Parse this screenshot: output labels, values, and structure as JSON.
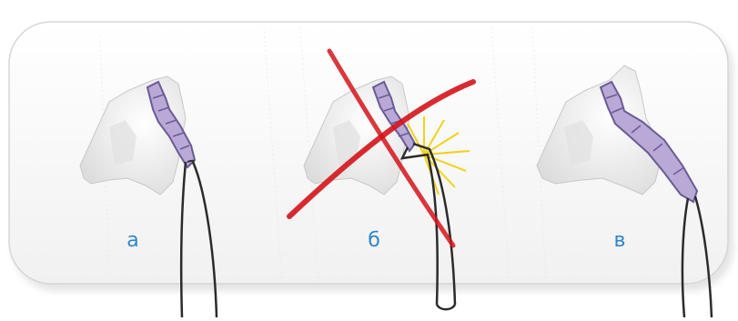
{
  "panels": [
    {
      "id": "a",
      "label": "а"
    },
    {
      "id": "b",
      "label": "б"
    },
    {
      "id": "v",
      "label": "в"
    }
  ],
  "colors": {
    "panel_bg": "#f7f7f7",
    "panel_border": "#d8d8d8",
    "label": "#2f86c8",
    "tube_fill": "#b9a9d6",
    "tube_stroke": "#6b5a96",
    "wire": "#2b2b2b",
    "cross": "#d4141a",
    "spark": "#f2d21a"
  },
  "icons": [
    "nose-bone-model",
    "silicone-tube",
    "wire-loop",
    "cross-mark",
    "spark-burst"
  ]
}
